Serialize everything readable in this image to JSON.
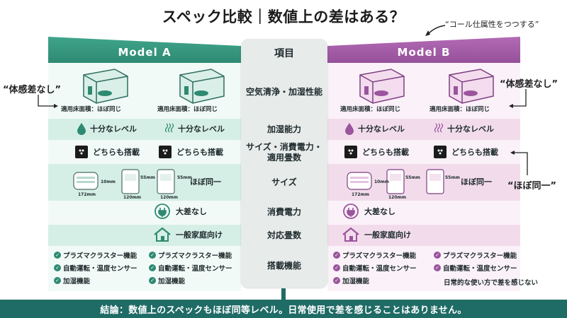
{
  "title": "スペック比較｜数値上の差はある？",
  "annotations": {
    "top_right": "“コール仕属性をつつする”",
    "left_mid": "“体感差なし”",
    "right_mid": "“体感差なし”",
    "right_lower": "“ほぼ同一”"
  },
  "model_a": {
    "header": "Model A",
    "room_caption": "適用床面積：ほぼ同じ",
    "humid": "十分なレベル",
    "equip": "どちらも搭載",
    "size": "ほぼ同一",
    "size_dims": [
      "172mm",
      "10mm",
      "120mm",
      "55mm",
      "120mm",
      "55mm"
    ],
    "power": "大差なし",
    "room": "一般家庭向け",
    "features": [
      "プラズマクラスター機能",
      "自動運転・温度センサー",
      "加湿機能"
    ]
  },
  "model_b": {
    "header": "Model B",
    "room_caption": "適用床面積：ほぼ同じ",
    "humid": "十分なレベル",
    "equip": "どちらも搭載",
    "size": "ほぼ同一",
    "size_dims": [
      "172mm",
      "10mm",
      "120mm",
      "55mm",
      "55mm"
    ],
    "power": "大差なし",
    "room": "一般家庭向け",
    "features": [
      "プラズマクラスター機能",
      "自動運転・温度センサー",
      "加湿機能"
    ],
    "note": "日常的な使い方で差を感じない"
  },
  "categories": {
    "header": "項目",
    "air": "空気清浄・加湿性能",
    "humid": "加湿能力",
    "spec": "サイズ・消費電力・適用畳数",
    "size": "サイズ",
    "power": "消費電力",
    "room": "対応畳数",
    "features": "搭載機能"
  },
  "footer": "結論：数値上のスペックもほぼ同等レベル。日常使用で差を感じることはありません。",
  "colors": {
    "green": "#2e8a72",
    "purple": "#9a559d",
    "footer": "#1f6b66"
  }
}
